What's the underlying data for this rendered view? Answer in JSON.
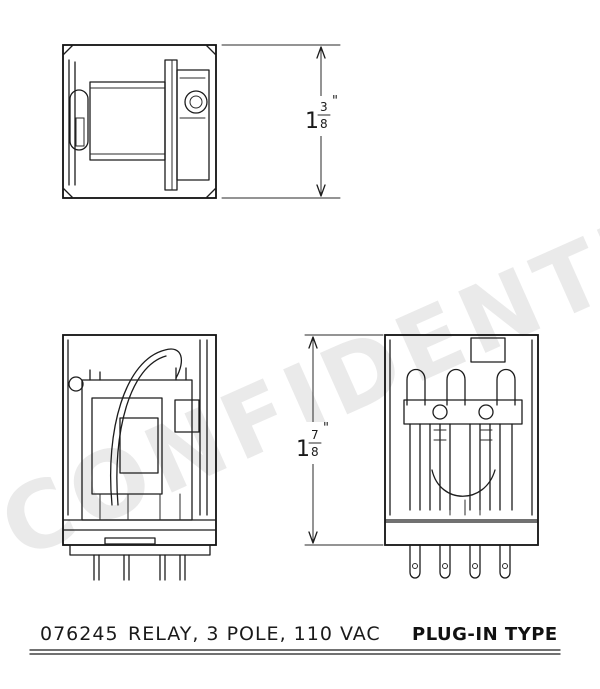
{
  "watermark": "CONFIDENTIAL",
  "top_dimension": {
    "whole": "1",
    "numerator": "3",
    "denominator": "8",
    "unit": "\""
  },
  "side_dimension": {
    "whole": "1",
    "numerator": "7",
    "denominator": "8",
    "unit": "\""
  },
  "caption": {
    "part_number": "076245",
    "description": "RELAY, 3 POLE, 110 VAC",
    "type": "PLUG-IN TYPE"
  }
}
